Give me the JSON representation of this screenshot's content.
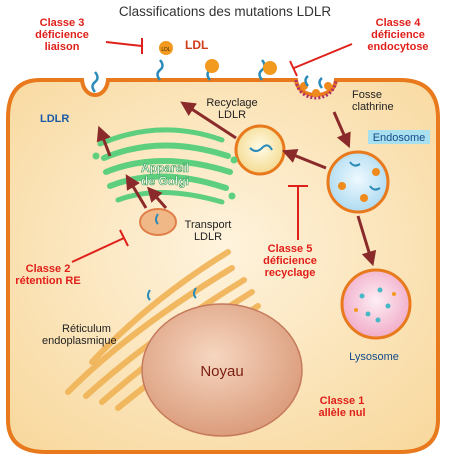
{
  "title": "Classifications des mutations LDLR",
  "labels": {
    "ldl": "LDL",
    "ldlr": "LDLR",
    "fosse": [
      "Fosse",
      "clathrine"
    ],
    "endosome": "Endosome",
    "recyclage": [
      "Recyclage",
      "LDLR"
    ],
    "golgi": [
      "Appareil",
      "de Golgi"
    ],
    "transport": [
      "Transport",
      "LDLR"
    ],
    "reticulum": [
      "Réticulum",
      "endoplasmique"
    ],
    "lysosome": "Lysosome",
    "noyau": "Noyau",
    "ldl_particle": "LDL"
  },
  "classes": {
    "c1": [
      "Classe 1",
      "allèle nul"
    ],
    "c2": [
      "Classe 2",
      "rétention RE"
    ],
    "c3": [
      "Classe 3",
      "déficience",
      "liaison"
    ],
    "c4": [
      "Classe 4",
      "déficience",
      "endocytose"
    ],
    "c5": [
      "Classe 5",
      "déficience",
      "recyclage"
    ]
  },
  "colors": {
    "cell_border": "#e8791c",
    "cytoplasm": "#fce7bf",
    "class_label": "#e0201a",
    "arrow": "#8a2a2a",
    "inhibit": "#e0201a",
    "golgi": "#5ecf7e",
    "er": "#f0b355",
    "nucleus": "#e9b89a",
    "endosome_fill": "#d6eef8",
    "lysosome_fill": "#f7c7d8",
    "receptor": "#2a8ab8",
    "ldl": "#f29a1f"
  }
}
